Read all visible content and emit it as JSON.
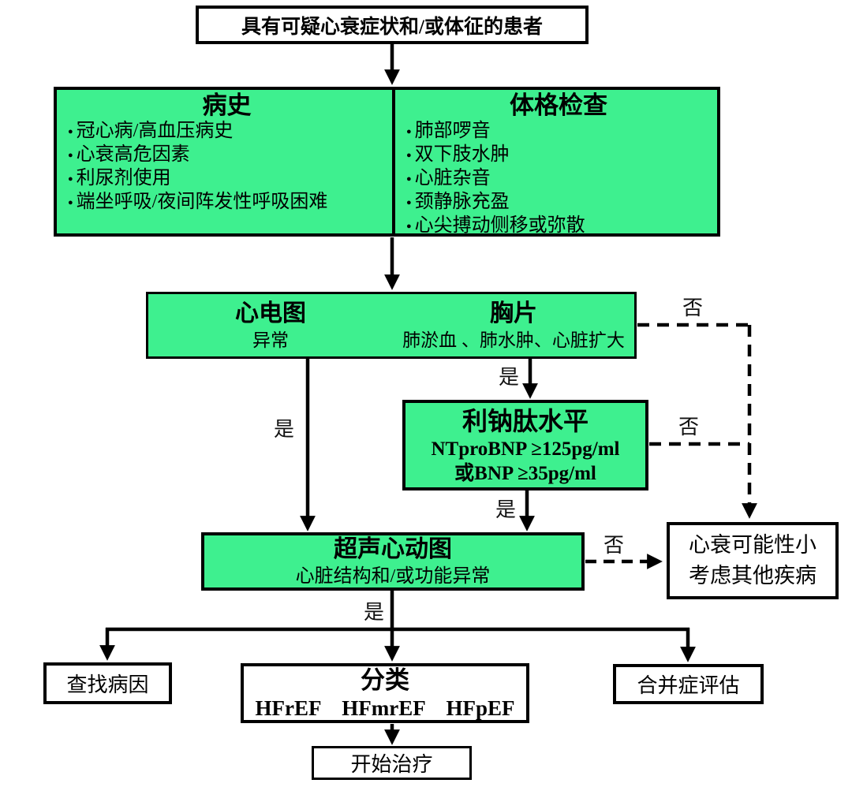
{
  "colors": {
    "box_green": "#3EF08F",
    "line_black": "#000000",
    "background": "#FFFFFF"
  },
  "nodes": {
    "patient": {
      "text": "具有可疑心衰症状和/或体征的患者"
    },
    "history": {
      "title": "病史",
      "items": [
        "冠心病/高血压病史",
        "心衰高危因素",
        "利尿剂使用",
        "端坐呼吸/夜间阵发性呼吸困难"
      ]
    },
    "physical": {
      "title": "体格检查",
      "items": [
        "肺部啰音",
        "双下肢水肿",
        "心脏杂音",
        "颈静脉充盈",
        "心尖搏动侧移或弥散"
      ]
    },
    "ecg": {
      "title": "心电图",
      "subtitle": "异常"
    },
    "xray": {
      "title": "胸片",
      "subtitle": "肺淤血 、肺水肿、心脏扩大"
    },
    "bnp": {
      "title": "利钠肽水平",
      "line1": "NTproBNP ≥125pg/ml",
      "line2": "或BNP ≥35pg/ml"
    },
    "echo": {
      "title": "超声心动图",
      "subtitle": "心脏结构和/或功能异常"
    },
    "unlikely": {
      "line1": "心衰可能性小",
      "line2": "考虑其他疾病"
    },
    "find_cause": {
      "text": "查找病因"
    },
    "classify": {
      "title": "分类",
      "subtitle": "HFrEF HFmrEF HFpEF"
    },
    "comorbidity": {
      "text": "合并症评估"
    },
    "treatment": {
      "text": "开始治疗"
    }
  },
  "labels": {
    "yes": "是",
    "no": "否"
  }
}
